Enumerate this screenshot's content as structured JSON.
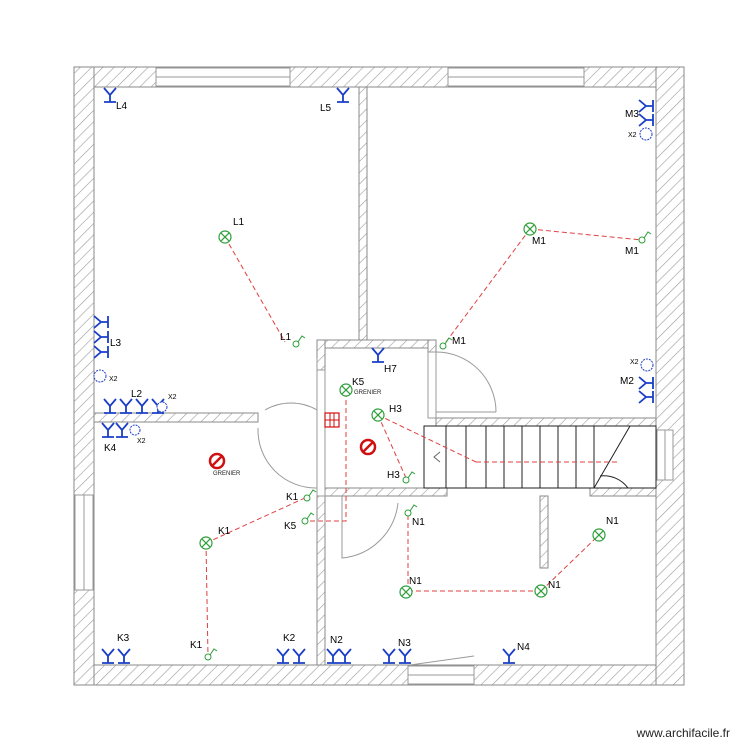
{
  "rooms": {
    "attic_label_left": "GRENIER",
    "attic_label_center": "GRENIER"
  },
  "symbols": {
    "lamp_color": "#2e9e3a",
    "outlet_color": "#1a3ec8",
    "wire_color": "#e04040",
    "forbidden_color": "#d01010",
    "forbidden_icon": "no-entry-icon"
  },
  "labels": {
    "L4": "L4",
    "L5": "L5",
    "M3": "M3",
    "L1_lamp": "L1",
    "L1_switch": "L1",
    "M1_lamp": "M1",
    "M1_switch_right": "M1",
    "M1_switch": "M1",
    "L3": "L3",
    "L2": "L2",
    "K4": "K4",
    "H7": "H7",
    "K5_lamp": "K5",
    "H3_lamp": "H3",
    "H3_switch": "H3",
    "M2": "M2",
    "K1_switch_top": "K1",
    "K5_switch": "K5",
    "K1_lamp": "K1",
    "N1_switch": "N1",
    "N1_top": "N1",
    "N1_left": "N1",
    "N1_right": "N1",
    "K3": "K3",
    "K1_bottom": "K1",
    "K2": "K2",
    "N2": "N2",
    "N3": "N3",
    "N4": "N4",
    "x2_m3": "X2",
    "x2_l3": "X2",
    "x2_l2": "X2",
    "x2_k4": "X2",
    "x2_m2": "X2"
  },
  "footer": {
    "watermark": "www.archifacile.fr"
  }
}
